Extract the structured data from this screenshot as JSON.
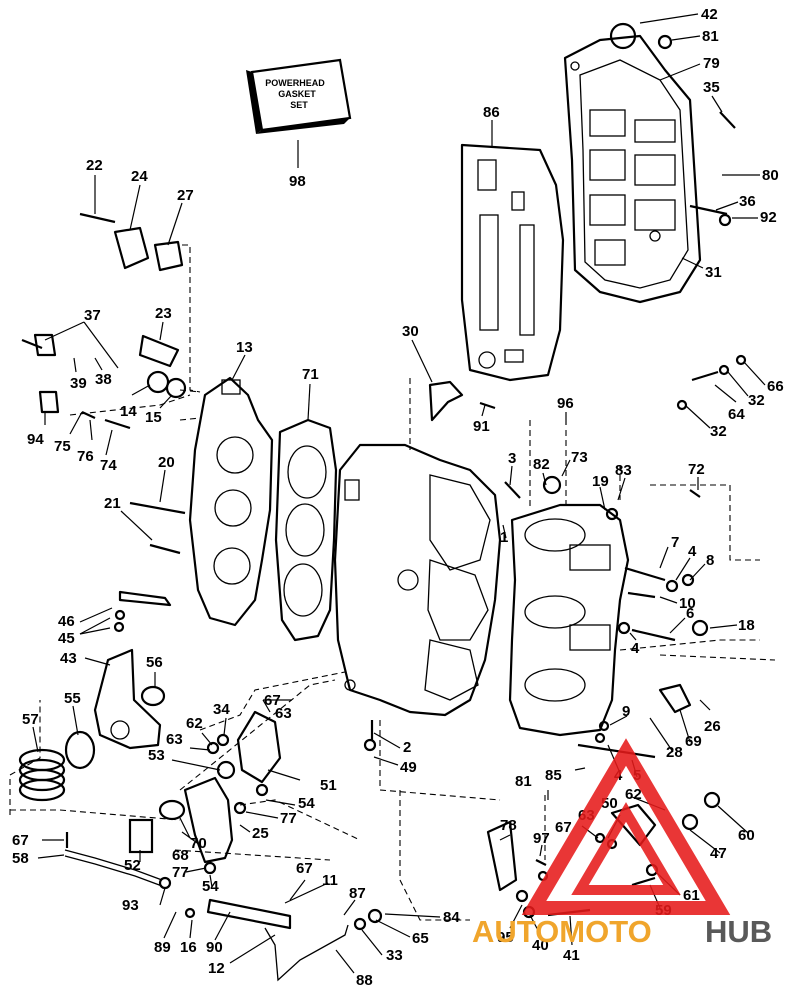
{
  "box": {
    "line1": "POWERHEAD",
    "line2": "GASKET",
    "line3": "SET"
  },
  "watermark": {
    "part1": "AUTOMOTO",
    "part2": "HUB",
    "color_red": "#e61a1a",
    "color_orange": "#f0a52c",
    "color_gray": "#595959"
  },
  "callouts": {
    "c42": "42",
    "c81a": "81",
    "c79": "79",
    "c35": "35",
    "c86": "86",
    "c80": "80",
    "c36": "36",
    "c92": "92",
    "c31": "31",
    "c98": "98",
    "c22": "22",
    "c24": "24",
    "c27": "27",
    "c23": "23",
    "c37": "37",
    "c39": "39",
    "c38": "38",
    "c14": "14",
    "c15": "15",
    "c94": "94",
    "c75": "75",
    "c76": "76",
    "c74": "74",
    "c13": "13",
    "c71": "71",
    "c30": "30",
    "c91": "91",
    "c96": "96",
    "c73": "73",
    "c3": "3",
    "c82": "82",
    "c83": "83",
    "c19": "19",
    "c72": "72",
    "c1": "1",
    "c20": "20",
    "c21": "21",
    "c7": "7",
    "c4a": "4",
    "c8": "8",
    "c10": "10",
    "c6": "6",
    "c18": "18",
    "c4b": "4",
    "c46": "46",
    "c45": "45",
    "c43": "43",
    "c56": "56",
    "c55": "55",
    "c57": "57",
    "c67a": "67",
    "c63a": "63",
    "c62a": "62",
    "c34": "34",
    "c63b": "63",
    "c53": "53",
    "c51": "51",
    "c54a": "54",
    "c77a": "77",
    "c25": "25",
    "c2": "2",
    "c49": "49",
    "c9": "9",
    "c26": "26",
    "c69": "69",
    "c28": "28",
    "c81b": "81",
    "c85": "85",
    "c4c": "4",
    "c5": "5",
    "c62b": "62",
    "c63c": "63",
    "c50": "50",
    "c67b": "67",
    "c60": "60",
    "c47": "47",
    "c67c": "67",
    "c58": "58",
    "c52": "52",
    "c70": "70",
    "c68": "68",
    "c78": "78",
    "c97": "97",
    "c61": "61",
    "c93": "93",
    "c77b": "77",
    "c54b": "54",
    "c67d": "67",
    "c11": "11",
    "c87": "87",
    "c59": "59",
    "c84": "84",
    "c95": "95",
    "c40": "40",
    "c41": "41",
    "c89": "89",
    "c16": "16",
    "c90": "90",
    "c12": "12",
    "c65": "65",
    "c33": "33",
    "c88": "88",
    "c66": "66",
    "c64": "64",
    "c32a": "32",
    "c32b": "32"
  }
}
